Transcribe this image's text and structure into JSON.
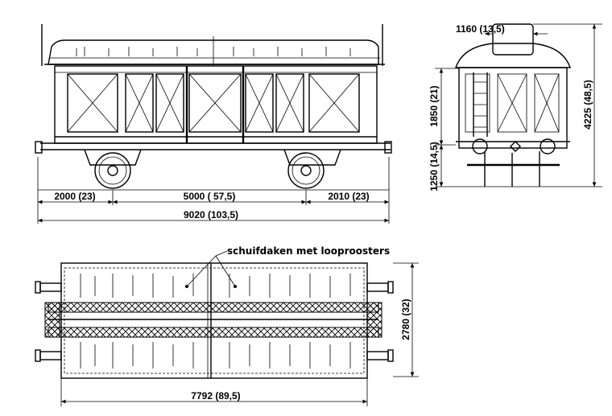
{
  "side_view": {
    "dim_overhang_left": "2000 (23)",
    "dim_wheelbase": "5000  ( 57,5)",
    "dim_overhang_right": "2010 (23)",
    "dim_total_length": "9020 (103,5)"
  },
  "end_view": {
    "dim_top_width": "1160 (13,5)",
    "dim_body_height": "1850 (21)",
    "dim_floor_height": "1250 (14,5)",
    "dim_total_height": "4225  (48,5)"
  },
  "top_view": {
    "annotation": "schuifdaken met looproosters",
    "dim_width": "2780 (32)",
    "dim_body_length": "7792  (89,5)"
  }
}
